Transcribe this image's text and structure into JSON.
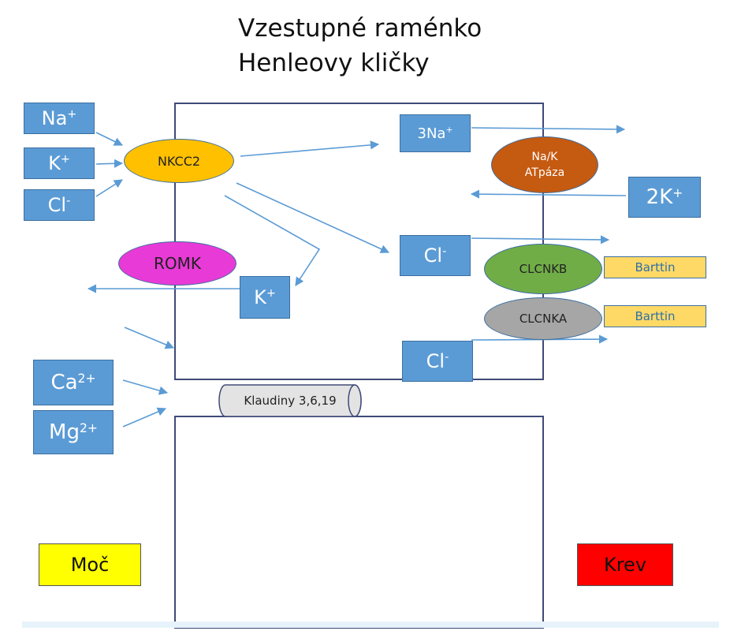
{
  "title": {
    "line1": "Vzestupné raménko",
    "line2": "Henleovy kličky"
  },
  "lumen_ions": {
    "na": {
      "base": "Na",
      "sup": "+"
    },
    "k": {
      "base": "K",
      "sup": "+"
    },
    "cl": {
      "base": "Cl",
      "sup": "-"
    },
    "ca": {
      "base": "Ca",
      "sup": "2+"
    },
    "mg": {
      "base": "Mg",
      "sup": "2+"
    }
  },
  "cell_ions": {
    "three_na": {
      "base": "3Na",
      "sup": "+"
    },
    "two_k": {
      "base": "2K",
      "sup": "+"
    },
    "cl_upper": {
      "base": "Cl",
      "sup": "-"
    },
    "cl_lower": {
      "base": "Cl",
      "sup": "-"
    },
    "k_romk": {
      "base": "K",
      "sup": "+"
    }
  },
  "transporters": {
    "nkcc2": "NKCC2",
    "romk": "ROMK",
    "nak_line1": "Na/K",
    "nak_line2": "ATpáza",
    "clcnkb": "CLCNKB",
    "clcnka": "CLCNKA",
    "barttin_1": "Barttin",
    "barttin_2": "Barttin",
    "claudins": "Klaudiny 3,6,19"
  },
  "legend": {
    "urine": "Moč",
    "blood": "Krev"
  },
  "colors": {
    "ion_box": "#5b9bd5",
    "nkcc2": "#ffc000",
    "romk": "#e83ad6",
    "nak_atpase": "#c55a11",
    "clcnkb": "#70ad47",
    "clcnka": "#a6a6a6",
    "barttin": "#ffd966",
    "urine": "#ffff00",
    "blood": "#ff0000",
    "arrow": "#5b9bd5"
  }
}
